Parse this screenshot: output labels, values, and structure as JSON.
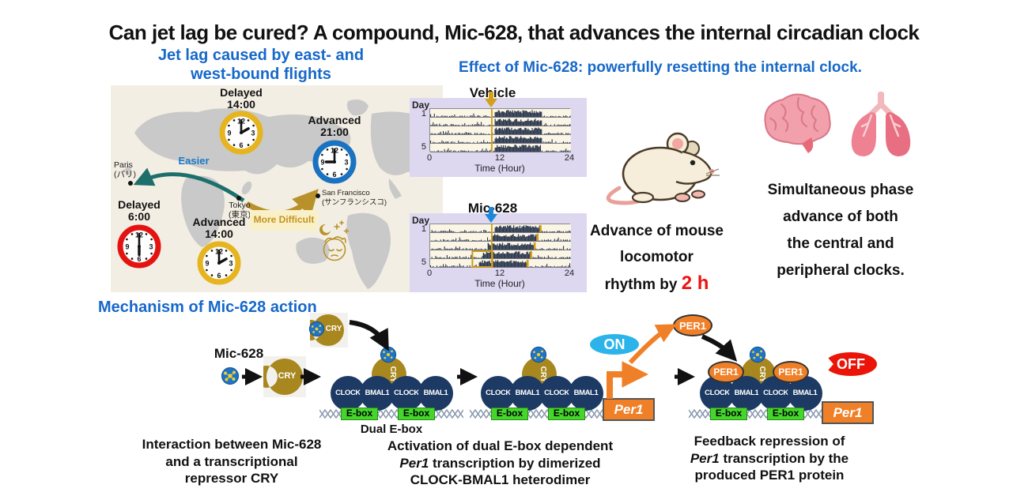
{
  "title": "Can jet lag be cured? A compound, Mic-628, that advances the internal circadian clock",
  "colors": {
    "heading_blue": "#1668c9",
    "navy_protein": "#1c3a63",
    "cry_gold": "#a8871f",
    "ebox_green": "#45d62c",
    "orange": "#f08028",
    "on_blue": "#2cb4ea",
    "off_red": "#ea1408",
    "highlight_red": "#ee1111",
    "gold_arrow": "#b8912a",
    "teal_arrow": "#1d6f6b",
    "lavender": "#ddd7f0",
    "plot_cream": "#faf5e4",
    "activity_navy": "#2b374f",
    "injection_gold": "#d4a01c"
  },
  "icons": {
    "mouse": "mouse-icon",
    "brain": "brain-icon",
    "lungs": "lungs-icon",
    "sleepy_face": "sleepy-face-icon",
    "compound": "mic628-compound-icon",
    "clock": "clock-icon",
    "world_map": "world-map"
  },
  "jetlag_section": {
    "heading_line1": "Jet lag caused by east- and",
    "heading_line2": "west-bound flights",
    "clock_numerals": [
      "12",
      "3",
      "6",
      "9"
    ],
    "clocks": [
      {
        "label1": "Delayed",
        "label2": "14:00",
        "ring": "#e6b41e",
        "hour_angle": 60,
        "minute_angle": 0
      },
      {
        "label1": "Advanced",
        "label2": "21:00",
        "ring": "#1a72c0",
        "hour_angle": 270,
        "minute_angle": 0
      },
      {
        "label1": "Delayed",
        "label2": "6:00",
        "ring": "#e51212",
        "hour_angle": 180,
        "minute_angle": 0
      },
      {
        "label1": "Advanced",
        "label2": "14:00",
        "ring": "#e6b41e",
        "hour_angle": 60,
        "minute_angle": 0
      }
    ],
    "cities": [
      {
        "name": "Paris",
        "jp": "(パリ)"
      },
      {
        "name": "Tokyo",
        "jp": "(東京)"
      },
      {
        "name": "San Francisco",
        "jp": "(サンフランシスコ)"
      }
    ],
    "easier_label": "Easier",
    "difficult_label": "More Difficult"
  },
  "effect_section": {
    "heading": "Effect of Mic-628: powerfully resetting the internal clock.",
    "mouse_caption": {
      "line1": "Advance of mouse",
      "line2": "locomotor",
      "line3_prefix": "rhythm by ",
      "line3_highlight": "2 h"
    },
    "organs_caption": {
      "lines": [
        "Simultaneous phase",
        "advance of both",
        "the central and",
        "peripheral clocks."
      ]
    }
  },
  "chart_data": [
    {
      "type": "actogram",
      "title": "Vehicle",
      "y_label": "Day",
      "day_first": "1",
      "day_last": "5",
      "x_tick_labels": [
        "0",
        "12",
        "24"
      ],
      "x_label": "Time (Hour)",
      "x_range": [
        0,
        24
      ],
      "injection_hour": 10.5,
      "arrow_color": "#d4a01c",
      "days": [
        {
          "day": 1,
          "onset": 11,
          "offset": 19
        },
        {
          "day": 2,
          "onset": 11,
          "offset": 19
        },
        {
          "day": 3,
          "onset": 11,
          "offset": 19
        },
        {
          "day": 4,
          "onset": 11,
          "offset": 19
        },
        {
          "day": 5,
          "onset": 11,
          "offset": 18.8
        }
      ]
    },
    {
      "type": "actogram",
      "title": "Mic-628",
      "y_label": "Day",
      "day_first": "1",
      "day_last": "5",
      "x_tick_labels": [
        "0",
        "12",
        "24"
      ],
      "x_label": "Time (Hour)",
      "x_range": [
        0,
        24
      ],
      "injection_hour": 10.5,
      "arrow_color": "#1e88d8",
      "offset_marks": true,
      "highlight_box": {
        "hour_start": 7.2,
        "hour_end": 10.6,
        "day_start": 4,
        "day_end": 5
      },
      "days": [
        {
          "day": 1,
          "onset": 11,
          "offset": 18.8
        },
        {
          "day": 2,
          "onset": 10.4,
          "offset": 18.3
        },
        {
          "day": 3,
          "onset": 9.8,
          "offset": 17.8
        },
        {
          "day": 4,
          "onset": 9.0,
          "offset": 17.2
        },
        {
          "day": 5,
          "onset": 8.3,
          "offset": 16.6
        }
      ]
    }
  ],
  "mechanism_section": {
    "heading": "Mechanism of  Mic-628 action",
    "mic_label": "Mic-628",
    "cry_label": "CRY",
    "protein_labels": [
      "CLOCK",
      "BMAL1",
      "CLOCK",
      "BMAL1"
    ],
    "ebox_label": "E-box",
    "dual_ebox_label": "Dual E-box",
    "per1_gene_label": "Per1",
    "per1_protein_label": "PER1",
    "on_label": "ON",
    "off_label": "OFF",
    "complexes": [
      {
        "per1_top": false
      },
      {
        "per1_top": false
      },
      {
        "per1_top": true
      }
    ],
    "captions": [
      {
        "lines": [
          {
            "text": "Interaction between Mic-628"
          },
          {
            "text": "and a transcriptional"
          },
          {
            "text": "repressor CRY"
          }
        ]
      },
      {
        "lines": [
          {
            "text": "Activation of dual E-box dependent"
          },
          {
            "italic": "Per1",
            "text": " transcription by dimerized"
          },
          {
            "text": "CLOCK-BMAL1 heterodimer"
          }
        ]
      },
      {
        "lines": [
          {
            "text": "Feedback repression of"
          },
          {
            "italic": "Per1",
            "text": " transcription by the"
          },
          {
            "text": "produced PER1 protein"
          }
        ]
      }
    ]
  }
}
